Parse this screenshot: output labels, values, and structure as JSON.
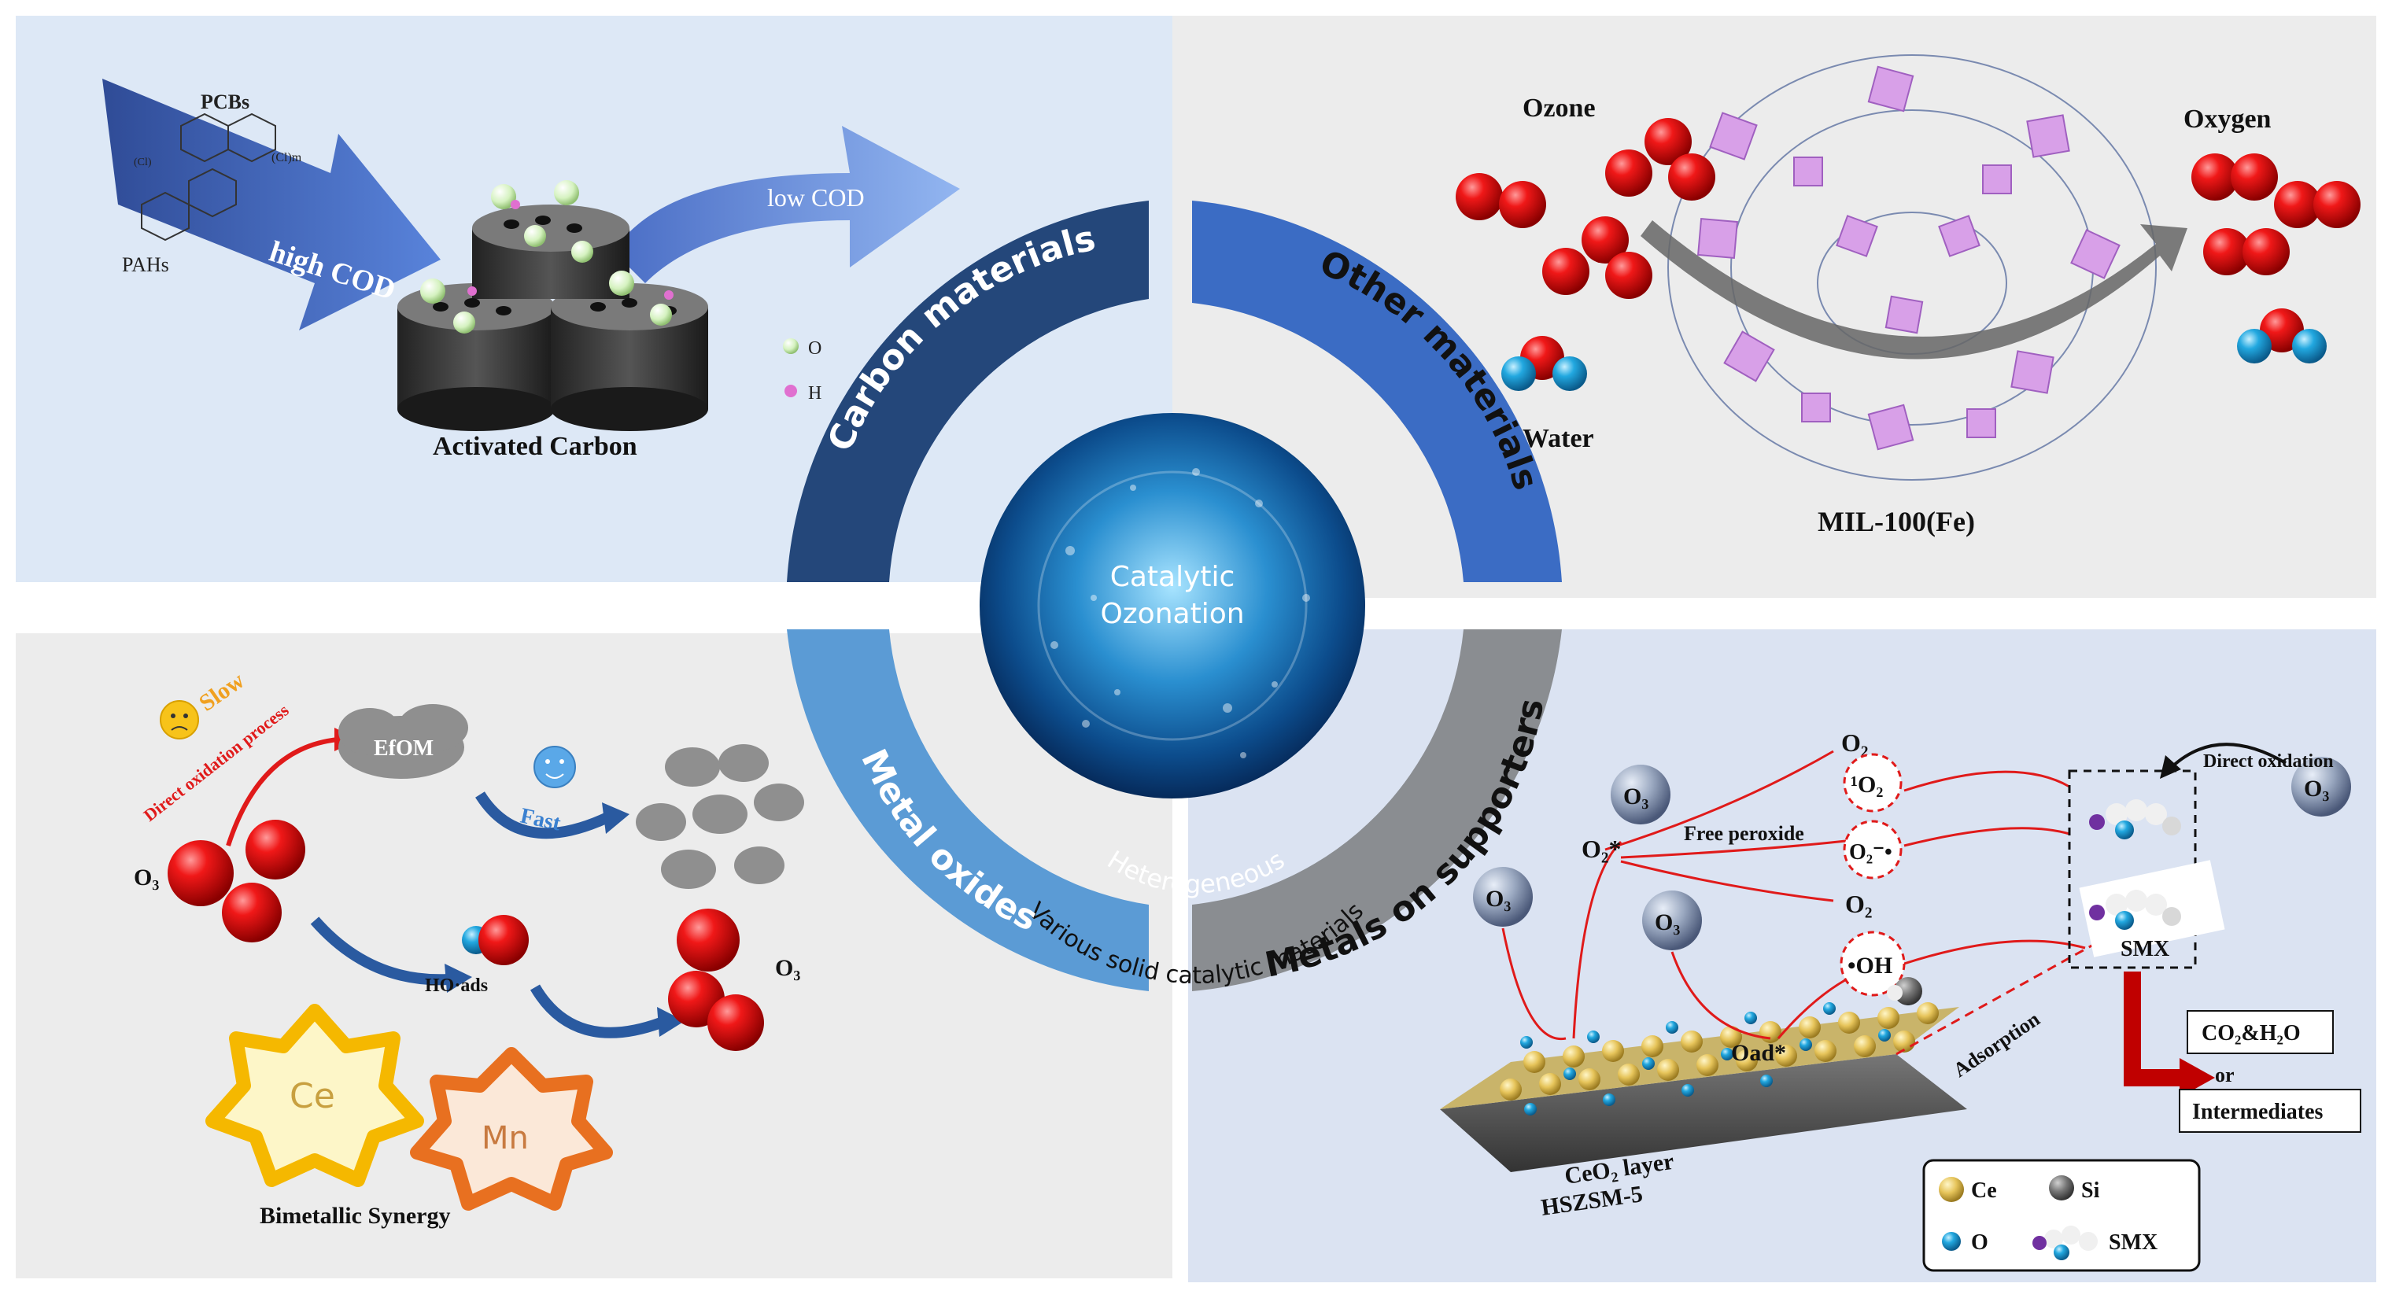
{
  "center": {
    "title_line1": "Catalytic",
    "title_line2": "Ozonation",
    "curved_label": "Heterogeneous",
    "outer_arc_label": "Various solid catalytic materials"
  },
  "ring_labels": {
    "top_left": "Carbon materials",
    "top_right": "Other materials",
    "bottom_left": "Metal oxides",
    "bottom_right": "Metals on supporters"
  },
  "colors": {
    "ring_top_left": "#24477a",
    "ring_top_right": "#3b6cc4",
    "ring_bottom_left": "#5b9bd5",
    "ring_bottom_right": "#8a8d91",
    "ozone_red": "#e01010",
    "water_blue": "#1aa0d8"
  },
  "q1": {
    "pcbs": "PCBs",
    "pahs": "PAHs",
    "high_cod": "high COD",
    "low_cod": "low COD",
    "legend_o": "O",
    "legend_h": "H",
    "caption": "Activated Carbon",
    "formula_left": "(Cl)",
    "formula_right": "(Cl)m"
  },
  "q2": {
    "ozone": "Ozone",
    "oxygen": "Oxygen",
    "water": "Water",
    "caption": "MIL-100(Fe)"
  },
  "q3": {
    "slow": "Slow",
    "direct_process": "Direct oxidation process",
    "efom": "EfOM",
    "fast": "Fast",
    "o3_left": "O₃",
    "o3_right": "O₃",
    "ho_ads": "HO·ads",
    "ce": "Ce",
    "mn": "Mn",
    "caption": "Bimetallic Synergy"
  },
  "q4": {
    "o3": "O₃",
    "o2_top": "O₂",
    "singlet_o2": "¹O₂",
    "superoxide": "O₂⁻•",
    "o2_mid": "O₂",
    "oh": "•OH",
    "o2_star": "O₂*",
    "free_peroxide": "Free peroxide",
    "direct_oxidation": "Direct oxidation",
    "smx": "SMX",
    "co2_h2o": "CO₂&H₂O",
    "or": "or",
    "intermediates": "Intermediates",
    "adsorption": "Adsorption",
    "oad": "Oad*",
    "ceo2_layer": "CeO₂ layer",
    "hszsm": "HSZSM-5",
    "legend_ce": "Ce",
    "legend_si": "Si",
    "legend_o": "O",
    "legend_smx": "SMX"
  }
}
